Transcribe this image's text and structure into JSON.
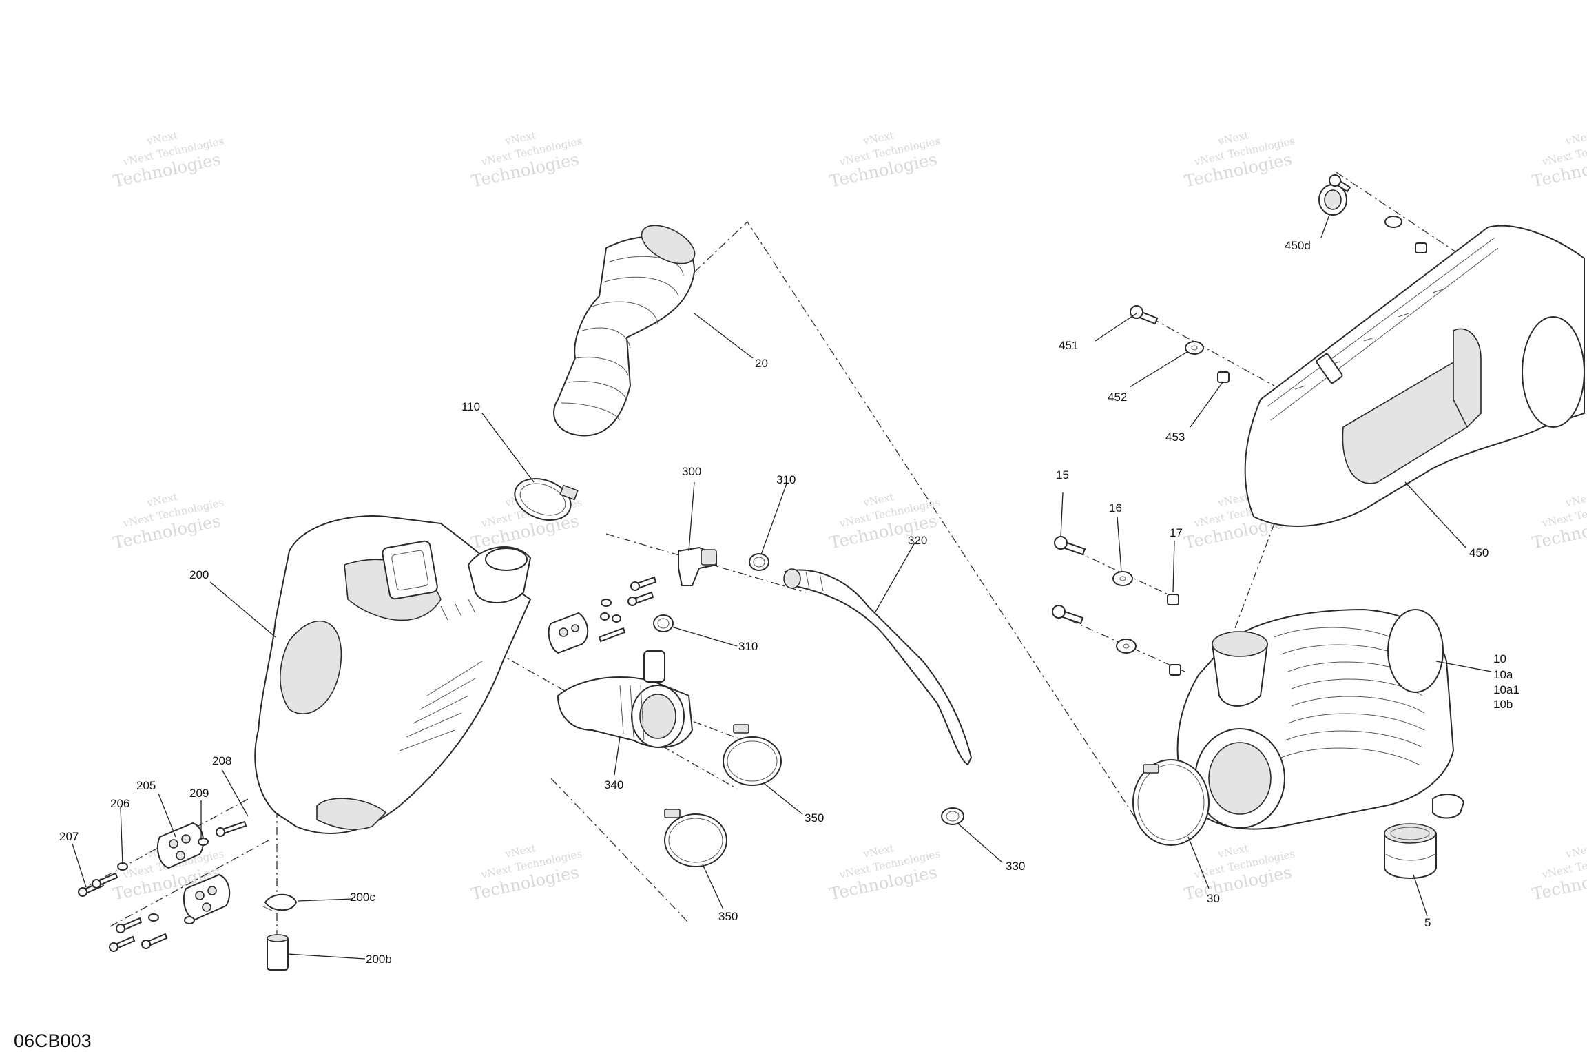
{
  "figure_id": "06CB003",
  "watermark": {
    "line1": "vNext Technologies",
    "line2": "Technologies",
    "line3": "vNext"
  },
  "labels": {
    "p5": "5",
    "p10": "10",
    "p10a": "10a",
    "p10a1": "10a1",
    "p10b": "10b",
    "p15": "15",
    "p16": "16",
    "p17": "17",
    "p20": "20",
    "p30": "30",
    "p110": "110",
    "p200": "200",
    "p200b": "200b",
    "p200c": "200c",
    "p205": "205",
    "p206": "206",
    "p207": "207",
    "p208": "208",
    "p209": "209",
    "p300": "300",
    "p310a": "310",
    "p310b": "310",
    "p320": "320",
    "p330": "330",
    "p340": "340",
    "p350a": "350",
    "p350b": "350",
    "p450": "450",
    "p450d": "450d",
    "p451": "451",
    "p452": "452",
    "p453": "453"
  }
}
